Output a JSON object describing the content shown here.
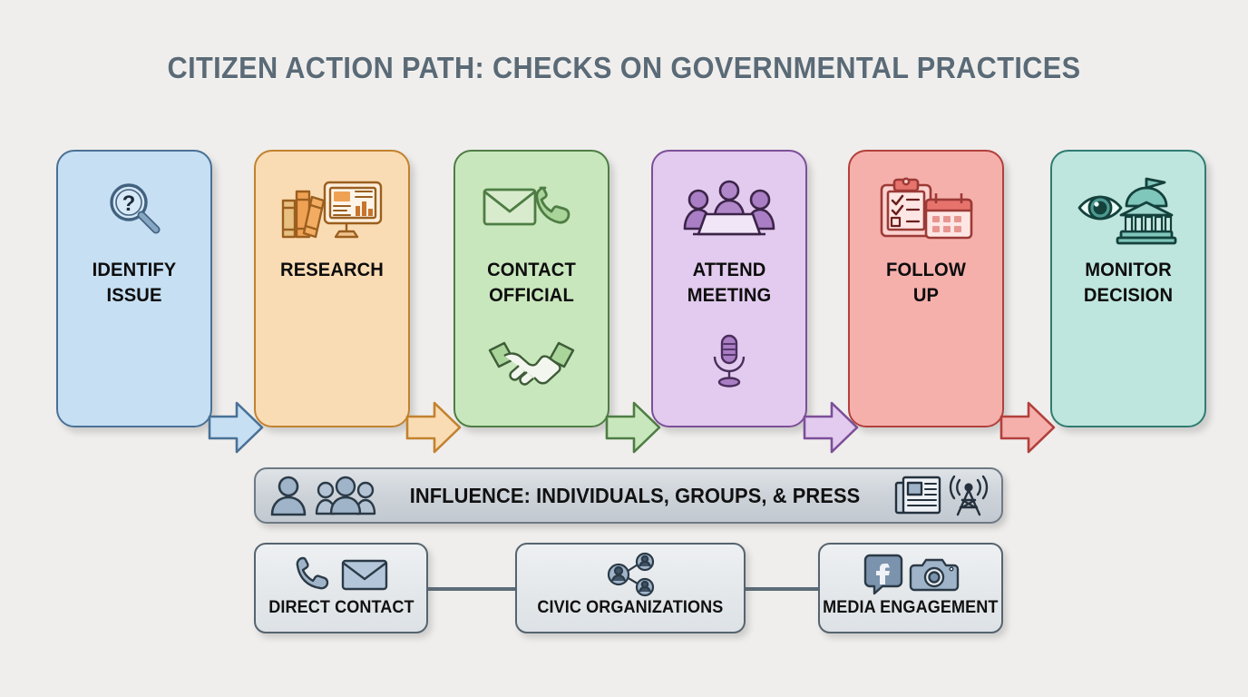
{
  "page": {
    "title": "CITIZEN ACTION PATH: CHECKS ON GOVERNMENTAL PRACTICES",
    "background_color": "#efeeec",
    "title_color": "#5a6a76"
  },
  "steps": [
    {
      "id": "identify-issue",
      "label_line1": "IDENTIFY",
      "label_line2": "ISSUE",
      "fill": "#c6dff3",
      "stroke": "#4a7196",
      "icon_top": "magnifying-glass-question-icon",
      "icon_bottom": "",
      "arrow_fill": "#c6dff3",
      "arrow_stroke": "#4a7196"
    },
    {
      "id": "research",
      "label_line1": "RESEARCH",
      "label_line2": "",
      "fill": "#fadcb4",
      "stroke": "#c2822f",
      "icon_top": "books-and-monitor-icon",
      "icon_bottom": "",
      "arrow_fill": "#fadcb4",
      "arrow_stroke": "#c2822f"
    },
    {
      "id": "contact-official",
      "label_line1": "CONTACT",
      "label_line2": "OFFICIAL",
      "fill": "#c9e7bd",
      "stroke": "#4e7d44",
      "icon_top": "envelope-phone-icon",
      "icon_bottom": "handshake-icon",
      "arrow_fill": "#c9e7bd",
      "arrow_stroke": "#4e7d44"
    },
    {
      "id": "attend-meeting",
      "label_line1": "ATTEND",
      "label_line2": "MEETING",
      "fill": "#e2cbee",
      "stroke": "#7c4f99",
      "icon_top": "meeting-table-icon",
      "icon_bottom": "microphone-icon",
      "arrow_fill": "#e2cbee",
      "arrow_stroke": "#7c4f99"
    },
    {
      "id": "follow-up",
      "label_line1": "FOLLOW",
      "label_line2": "UP",
      "fill": "#f6b0ac",
      "stroke": "#b2403c",
      "icon_top": "clipboard-calendar-icon",
      "icon_bottom": "",
      "arrow_fill": "#f6b0ac",
      "arrow_stroke": "#b2403c"
    },
    {
      "id": "monitor-decision",
      "label_line1": "MONITOR",
      "label_line2": "DECISION",
      "fill": "#bfe6de",
      "stroke": "#2f7c72",
      "icon_top": "eye-capitol-icon",
      "icon_bottom": "",
      "arrow_fill": "",
      "arrow_stroke": ""
    }
  ],
  "banner": {
    "text": "INFLUENCE: INDIVIDUALS, GROUPS, & PRESS",
    "left_icons": [
      "person-icon",
      "people-group-icon"
    ],
    "right_icons": [
      "newspaper-icon",
      "broadcast-tower-icon"
    ],
    "fill": "#ccd2d8",
    "stroke": "#6d7a85"
  },
  "channels": [
    {
      "id": "direct-contact",
      "label": "DIRECT CONTACT",
      "icons": [
        "phone-icon",
        "envelope-icon"
      ]
    },
    {
      "id": "civic-organizations",
      "label": "CIVIC ORGANIZATIONS",
      "icons": [
        "network-people-icon"
      ]
    },
    {
      "id": "media-engagement",
      "label": "MEDIA ENGAGEMENT",
      "icons": [
        "facebook-icon",
        "camera-icon"
      ]
    }
  ]
}
